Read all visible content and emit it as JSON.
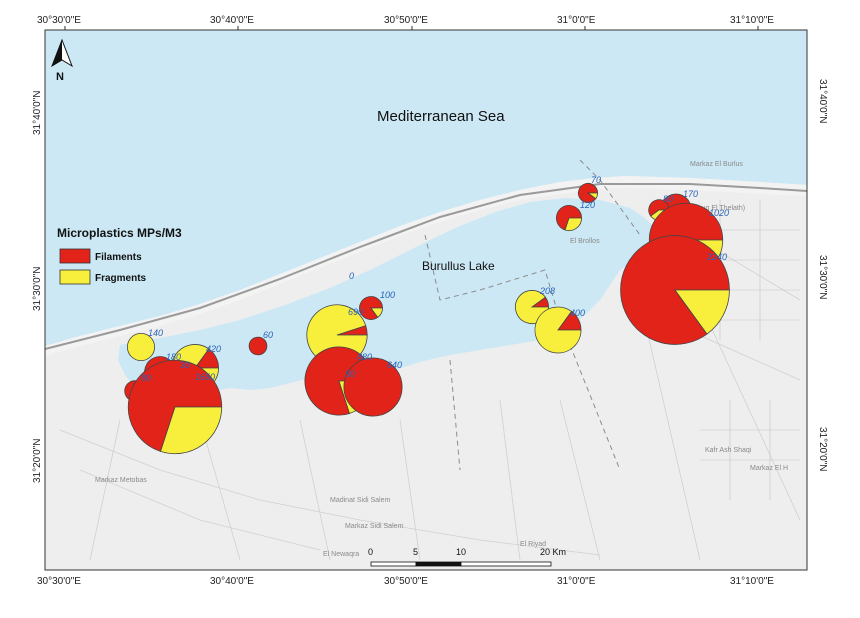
{
  "legend": {
    "title": "Microplastics MPs/M3",
    "items": [
      {
        "label": "Filaments",
        "color": "#e2231a"
      },
      {
        "label": "Fragments",
        "color": "#f7ef3c"
      }
    ]
  },
  "labels": {
    "sea": "Mediterranean Sea",
    "lake": "Burullus Lake",
    "north": "N"
  },
  "coords": {
    "top": [
      "30°30'0\"E",
      "30°40'0\"E",
      "30°50'0\"E",
      "31°0'0\"E",
      "31°10'0\"E"
    ],
    "bottom": [
      "30°30'0\"E",
      "30°40'0\"E",
      "30°50'0\"E",
      "31°0'0\"E",
      "31°10'0\"E"
    ],
    "left": [
      "31°40'0\"N",
      "31°30'0\"N",
      "31°20'0\"N"
    ],
    "right": [
      "31°40'0\"N",
      "31°30'0\"N",
      "31°20'0\"N"
    ]
  },
  "scalebar": {
    "ticks": [
      "0",
      "5",
      "10",
      "20 Km"
    ]
  },
  "places": [
    {
      "name": "Markaz El Burlus"
    },
    {
      "name": "El Rabea (Seuq El Thelath)"
    },
    {
      "name": "Markaz Metobas"
    },
    {
      "name": "Madinat Sidi Salem"
    },
    {
      "name": "Markaz Sidi Salem"
    },
    {
      "name": "El Newaqra"
    },
    {
      "name": "El Riyad"
    },
    {
      "name": "Kafr Ash Shaqi"
    },
    {
      "name": "Markaz El H"
    },
    {
      "name": "El Brollos"
    }
  ],
  "stations": [
    {
      "value": "70",
      "total": 70,
      "filaments_share": 0.9
    },
    {
      "value": "120",
      "total": 120,
      "filaments_share": 0.7
    },
    {
      "value": "170",
      "total": 170,
      "filaments_share": 0.8
    },
    {
      "value": "80",
      "total": 80,
      "filaments_share": 0.6
    },
    {
      "value": "1020",
      "total": 1020,
      "filaments_share": 0.75
    },
    {
      "value": "2240",
      "total": 2240,
      "filaments_share": 0.85
    },
    {
      "value": "0",
      "total": 0,
      "filaments_share": 0
    },
    {
      "value": "100",
      "total": 100,
      "filaments_share": 0.85
    },
    {
      "value": "690",
      "total": 690,
      "filaments_share": 0.05
    },
    {
      "value": "208",
      "total": 208,
      "filaments_share": 0.1
    },
    {
      "value": "400",
      "total": 400,
      "filaments_share": 0.15
    },
    {
      "value": "60",
      "total": 60,
      "filaments_share": 1.0
    },
    {
      "value": "50",
      "total": 50,
      "filaments_share": 1.0
    },
    {
      "value": "880",
      "total": 880,
      "filaments_share": 0.8
    },
    {
      "value": "640",
      "total": 640,
      "filaments_share": 1.0
    },
    {
      "value": "140",
      "total": 140,
      "filaments_share": 0.0
    },
    {
      "value": "180",
      "total": 180,
      "filaments_share": 0.6
    },
    {
      "value": "420",
      "total": 420,
      "filaments_share": 0.15
    },
    {
      "value": "30",
      "total": 30,
      "filaments_share": 1.0
    },
    {
      "value": "80",
      "total": 80,
      "filaments_share": 0.7
    },
    {
      "value": "1650",
      "total": 1650,
      "filaments_share": 0.7
    }
  ]
}
